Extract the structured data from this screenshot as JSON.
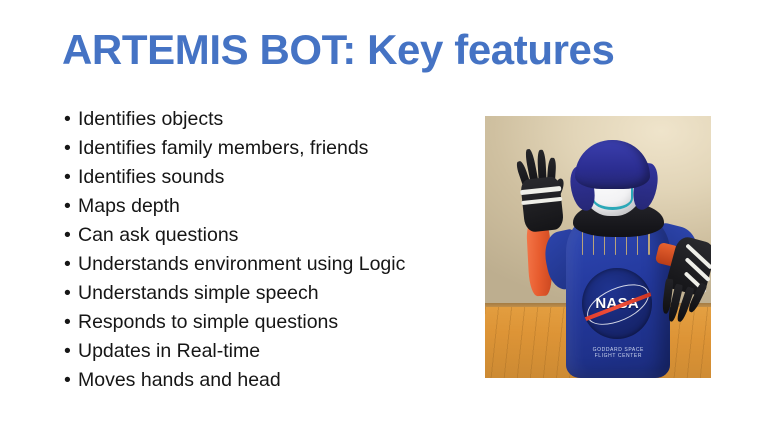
{
  "slide": {
    "title": "ARTEMIS BOT: Key features",
    "title_color": "#4573c4",
    "background_color": "#ffffff",
    "bullet_marker": "•",
    "features": [
      "Identifies objects",
      "Identifies family members, friends",
      "Identifies sounds",
      "Maps depth",
      "Can ask questions",
      "Understands environment using Logic",
      "Understands simple speech",
      "Responds to simple questions",
      "Updates in Real-time",
      "Moves hands and head"
    ]
  },
  "photo": {
    "alt": "Artemis Bot robot wearing a blue NASA hoodie, blue beanie, black scarf and black striped gloves, standing on a wooden table against a beige wall",
    "hoodie_text": {
      "logo_word": "NASA",
      "center_line_1": "GODDARD SPACE",
      "center_line_2": "FLIGHT CENTER"
    },
    "colors": {
      "hoodie_blue": "#23389c",
      "beanie_blue": "#2b2d90",
      "sleeve_orange": "#e75c2e",
      "glove_black": "#141417",
      "head_white": "#f2f2f4",
      "smile_teal": "#2ba8b8",
      "wall_beige": "#e2d5b8",
      "table_wood": "#dd9436",
      "nasa_red": "#e03a2a"
    }
  }
}
